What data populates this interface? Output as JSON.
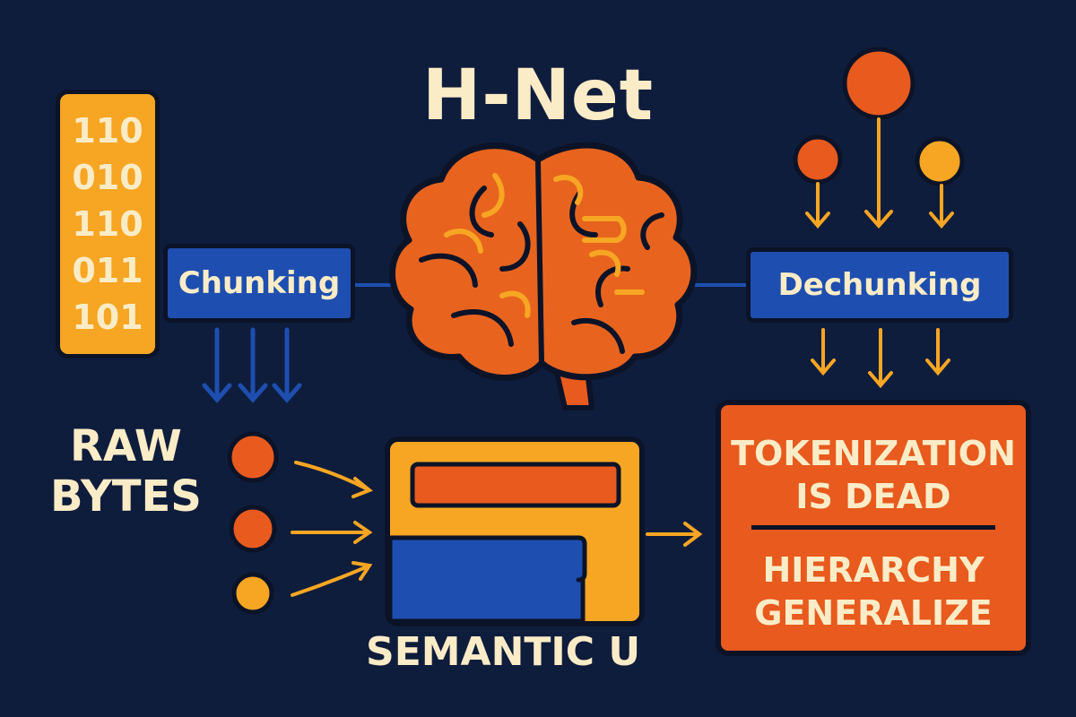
{
  "title": "H-Net",
  "bytes": [
    "110",
    "010",
    "110",
    "011",
    "101"
  ],
  "chunking_label": "Chunking",
  "dechunking_label": "Dechunking",
  "raw_bytes": [
    "RAW",
    "BYTES"
  ],
  "semantic_label": "SEMANTIC U",
  "result": {
    "top": [
      "TOKENIZATION",
      "IS DEAD"
    ],
    "bottom": [
      "HIERARCHY",
      "GENERALIZE"
    ]
  },
  "colors": {
    "background": "#0f1d3c",
    "orange": "#e85a1d",
    "amber": "#f7a623",
    "blue": "#1e4fb0",
    "cream": "#fbecc8",
    "outline": "#0b1328"
  },
  "icons": [
    "brain-icon",
    "node-circle-icon",
    "arrow-down-icon",
    "arrow-right-icon"
  ]
}
